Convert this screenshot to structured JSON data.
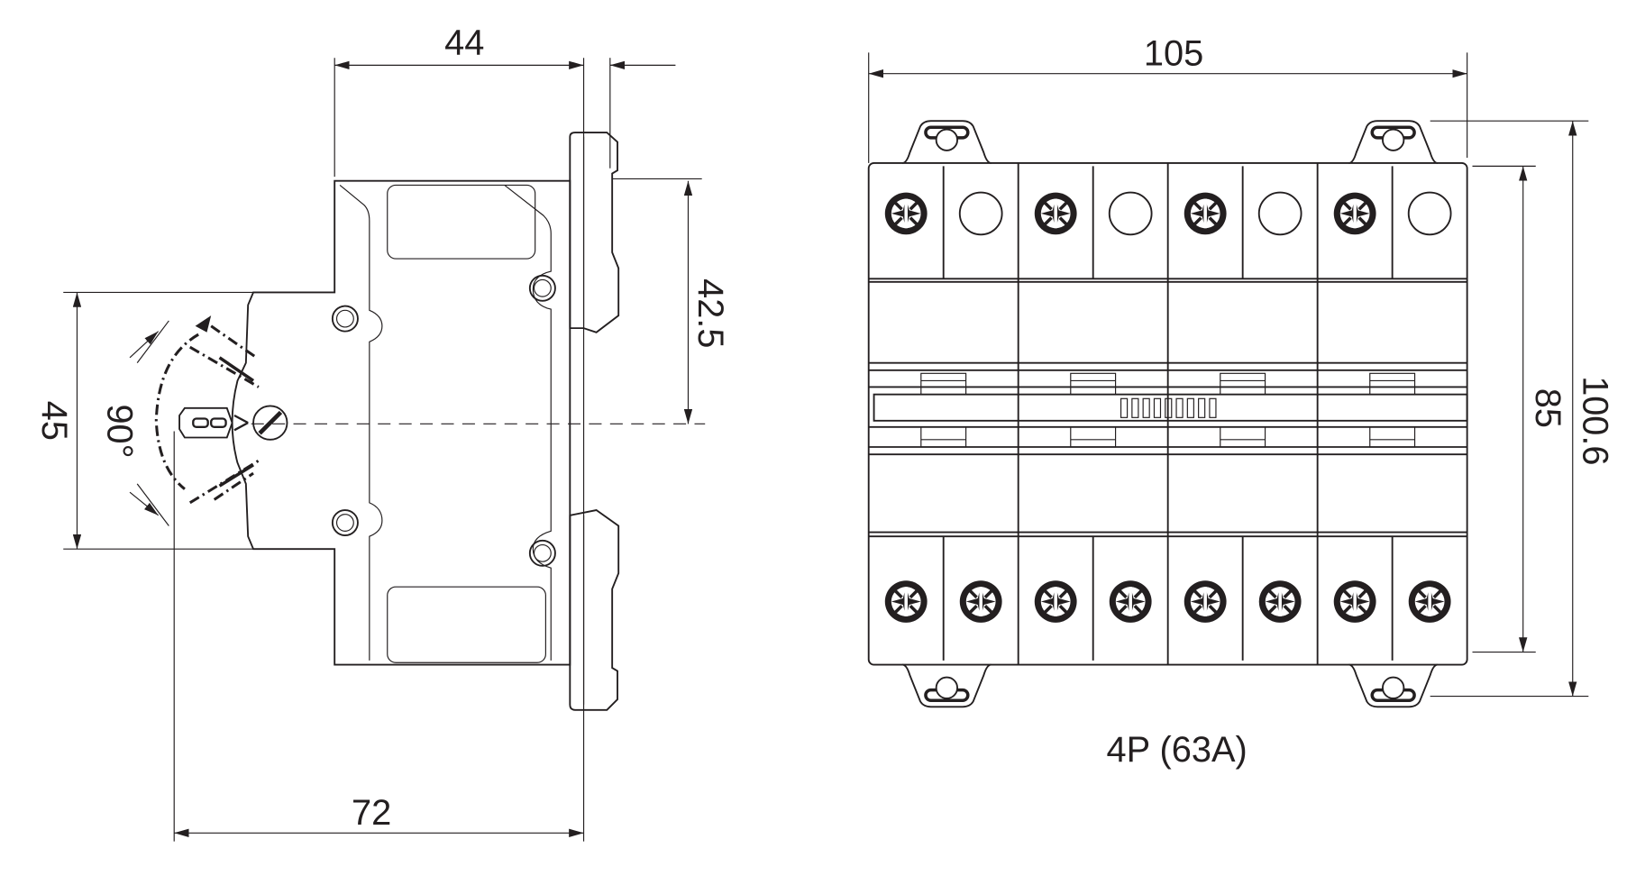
{
  "side_view": {
    "dim_depth_top": "44",
    "dim_din_offset": "42.5",
    "dim_front_height": "45",
    "toggle_angle": "90°",
    "dim_total_depth": "72"
  },
  "front_view": {
    "dim_width": "105",
    "dim_body_height": "85",
    "dim_total_height": "100.6",
    "caption": "4P (63A)",
    "poles": 4
  },
  "colors": {
    "line": "#231f20",
    "background": "#ffffff"
  }
}
